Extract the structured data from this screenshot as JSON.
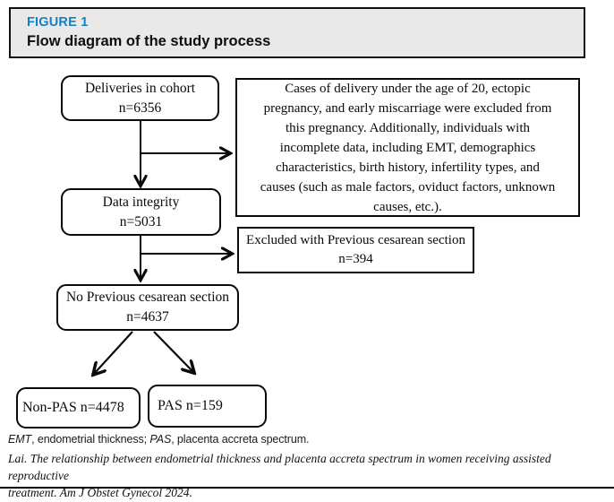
{
  "header": {
    "figure_label": "FIGURE 1",
    "title": "Flow diagram of the study process",
    "label_color": "#1580c4",
    "band_color": "#e9e9e9"
  },
  "flowchart": {
    "deliveries": {
      "lines": [
        "Deliveries in cohort",
        "n=6356"
      ]
    },
    "exclusion_criteria": {
      "lines": [
        "Cases of delivery under the age of 20, ectopic",
        "pregnancy, and early miscarriage were excluded from",
        "this pregnancy. Additionally, individuals with",
        "incomplete data, including EMT, demographics",
        "characteristics, birth history, infertility types, and",
        "causes (such as male factors, oviduct factors, unknown",
        "causes, etc.)."
      ]
    },
    "data_integrity": {
      "lines": [
        "Data integrity",
        "n=5031"
      ]
    },
    "excluded_cesarean": {
      "lines": [
        "Excluded with Previous cesarean section",
        "n=394"
      ]
    },
    "no_previous_cesarean": {
      "lines": [
        "No Previous cesarean section",
        "n=4637"
      ]
    },
    "non_pas": {
      "label": "Non-PAS n=4478"
    },
    "pas": {
      "label": "PAS n=159"
    }
  },
  "footnotes": {
    "abbr1": "EMT",
    "def1": ", endometrial thickness; ",
    "abbr2": "PAS",
    "def2": ", placenta accreta spectrum.",
    "citation_lines": [
      "Lai. The relationship between endometrial thickness and placenta accreta spectrum in women receiving assisted reproductive",
      "treatment. Am J Obstet Gynecol 2024."
    ]
  }
}
